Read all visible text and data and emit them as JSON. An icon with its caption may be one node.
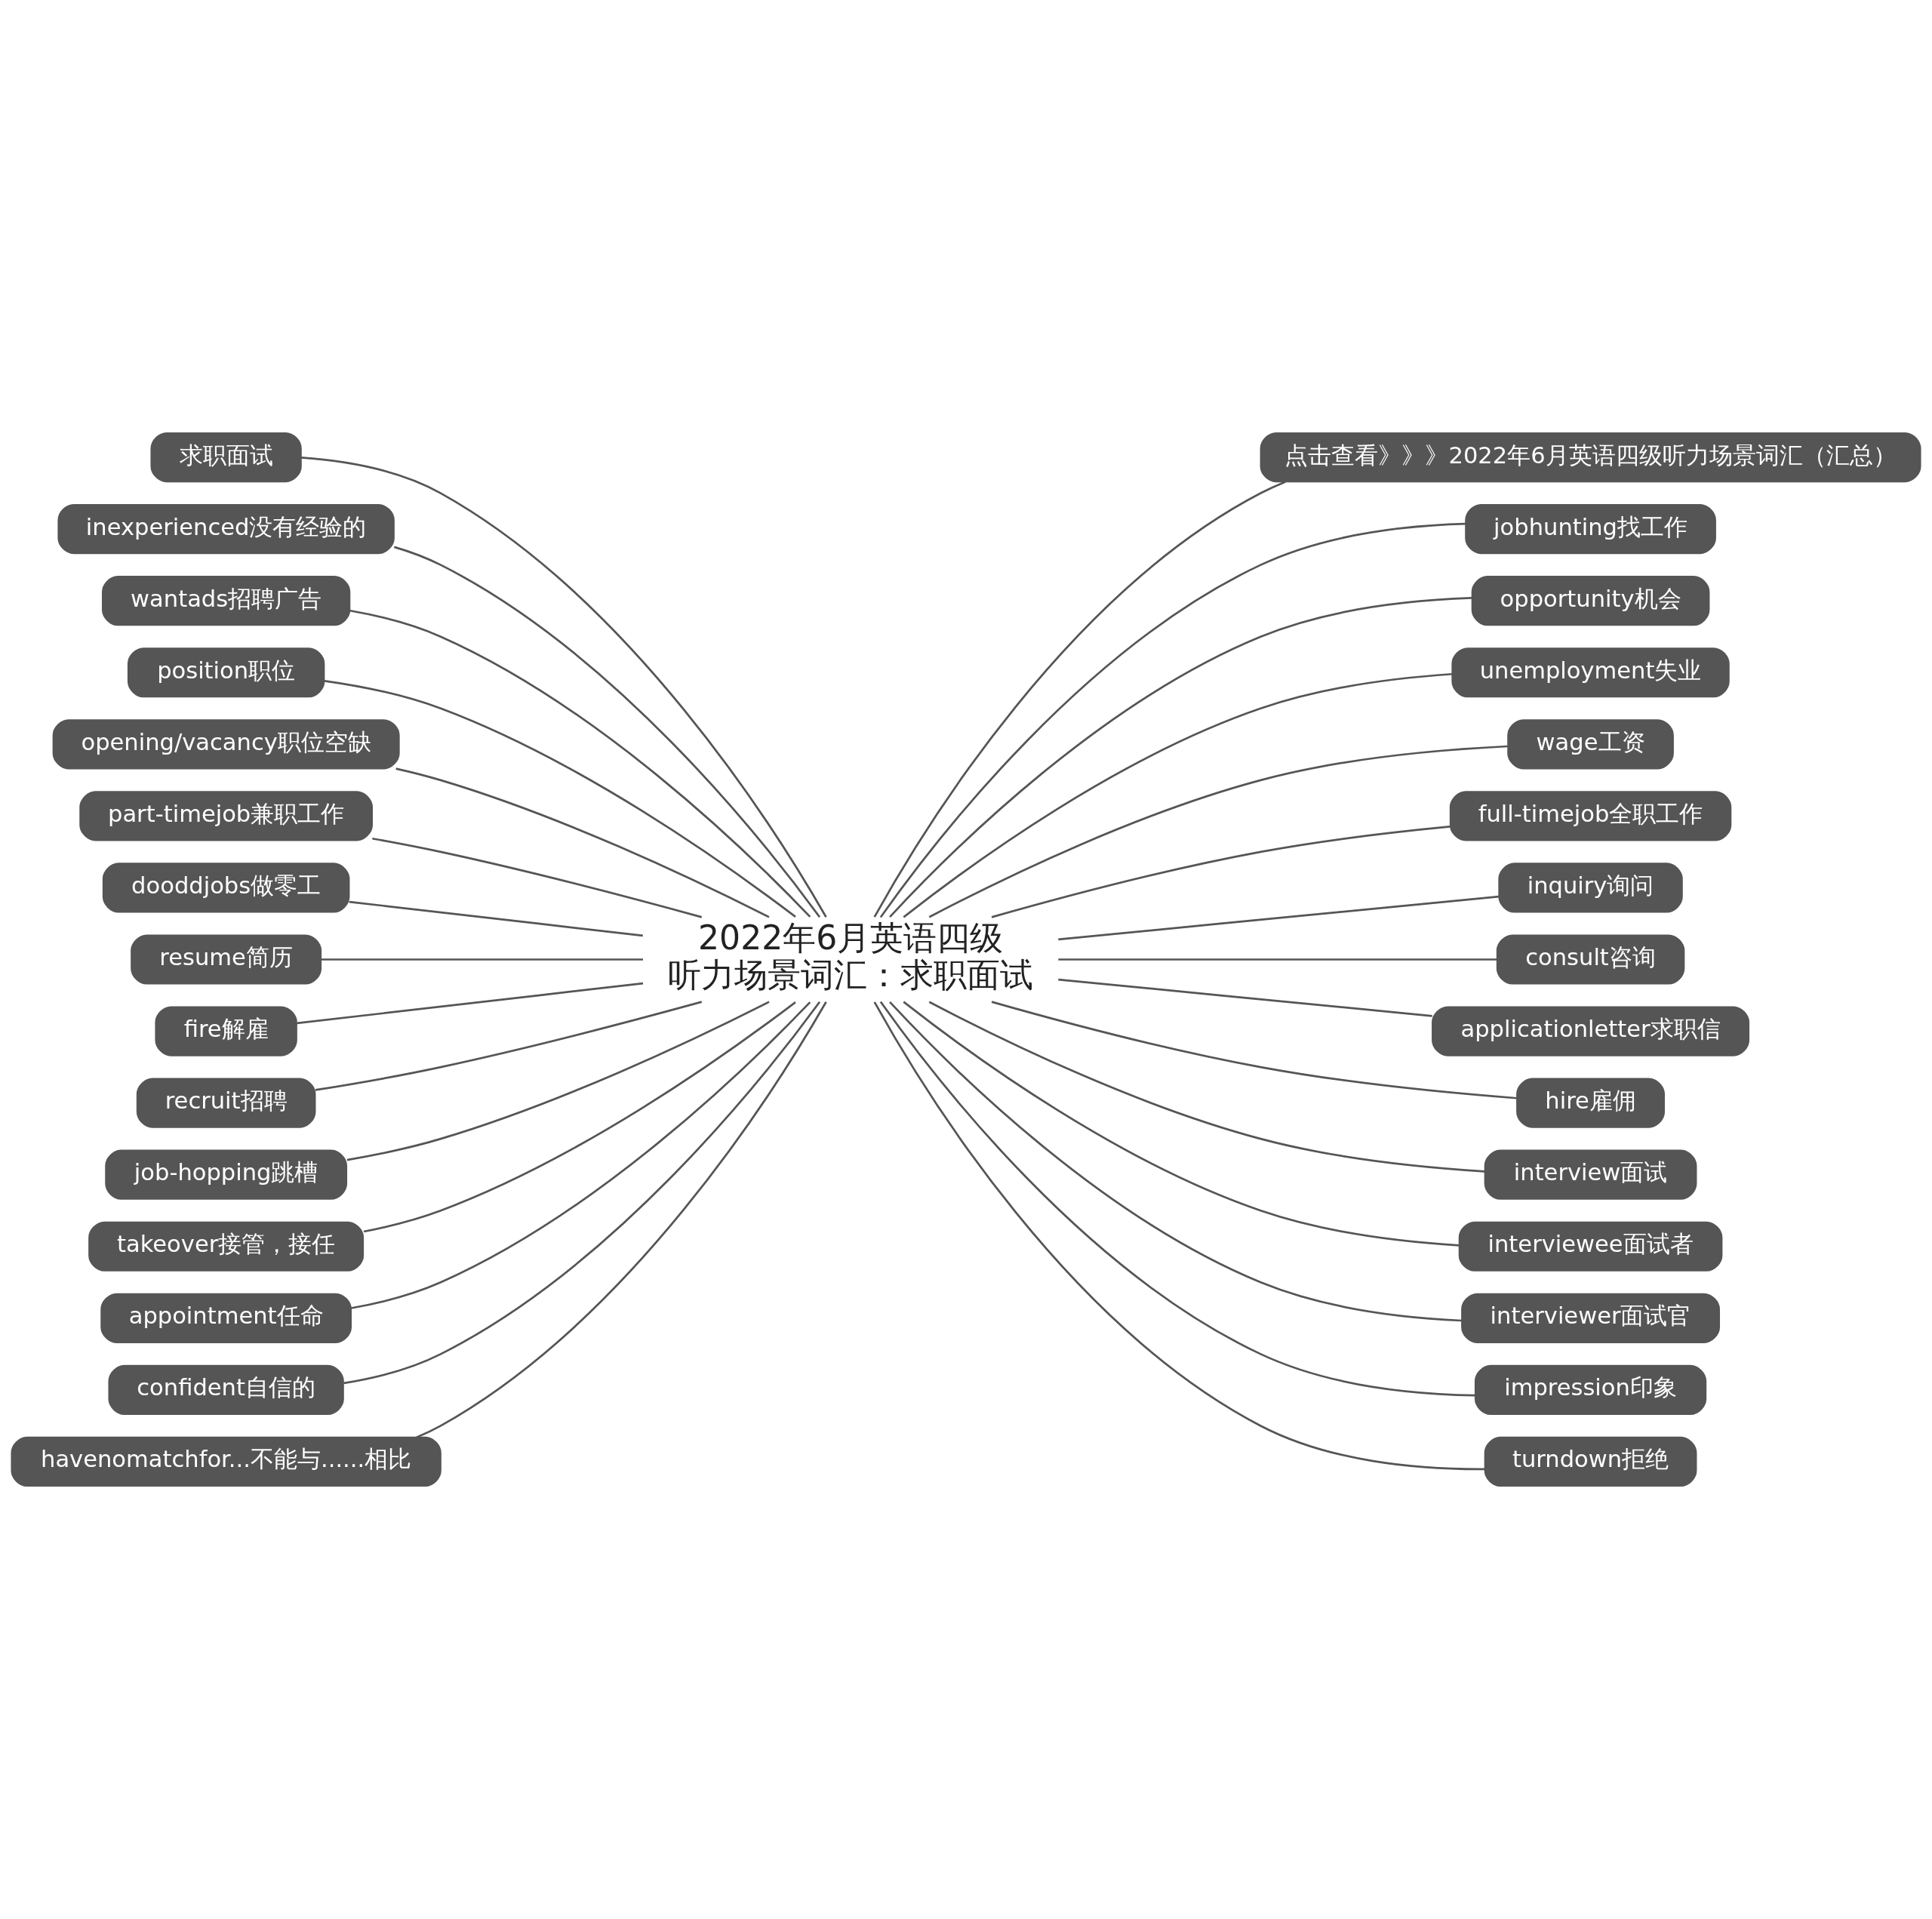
{
  "diagram": {
    "nodes": [
      {
        "text": [
          "2022年6月英语四级听力场景词汇：求职面试"
        ]
      },
      {
        "text": [
          "求职面试"
        ]
      },
      {
        "text": [
          "inexperienced没有经验的"
        ]
      },
      {
        "text": [
          "wantads招聘广告"
        ]
      },
      {
        "text": [
          "position职位"
        ]
      },
      {
        "text": [
          "opening/vacancy职位空缺"
        ]
      },
      {
        "text": [
          "part-timejob兼职工作"
        ]
      },
      {
        "text": [
          "dooddjobs做零工"
        ]
      },
      {
        "text": [
          "resume简历"
        ]
      },
      {
        "text": [
          "fire解雇"
        ]
      },
      {
        "text": [
          "recruit招聘"
        ]
      },
      {
        "text": [
          "job-hopping跳槽"
        ]
      },
      {
        "text": [
          "takeover接管，接任"
        ]
      },
      {
        "text": [
          "appointment任命"
        ]
      },
      {
        "text": [
          "confident自信的"
        ]
      },
      {
        "text": [
          "havenomatchfor...不能与......相比"
        ]
      },
      {
        "text": [
          "点击查看》》》2022年6月英语四级听力场景词汇（汇总）"
        ]
      },
      {
        "text": [
          "jobhunting找工作"
        ]
      },
      {
        "text": [
          "opportunity机会"
        ]
      },
      {
        "text": [
          "unemployment失业"
        ]
      },
      {
        "text": [
          "wage工资"
        ]
      },
      {
        "text": [
          "full-timejob全职工作"
        ]
      },
      {
        "text": [
          "inquiry询问"
        ]
      },
      {
        "text": [
          "consult咨询"
        ]
      },
      {
        "text": [
          "applicationletter求职信"
        ]
      },
      {
        "text": [
          "hire雇佣"
        ]
      },
      {
        "text": [
          "interview面试"
        ]
      },
      {
        "text": [
          "interviewee面试者"
        ]
      },
      {
        "text": [
          "interviewer面试官"
        ]
      },
      {
        "text": [
          "impression印象"
        ]
      },
      {
        "text": [
          "turndown拒绝"
        ]
      }
    ],
    "edges": [
      {
        "from": 0,
        "to": 1,
        "arrow": "none"
      },
      {
        "from": 0,
        "to": 2,
        "arrow": "none"
      },
      {
        "from": 0,
        "to": 3,
        "arrow": "none"
      },
      {
        "from": 0,
        "to": 4,
        "arrow": "none"
      },
      {
        "from": 0,
        "to": 5,
        "arrow": "none"
      },
      {
        "from": 0,
        "to": 6,
        "arrow": "none"
      },
      {
        "from": 0,
        "to": 7,
        "arrow": "none"
      },
      {
        "from": 0,
        "to": 8,
        "arrow": "none"
      },
      {
        "from": 0,
        "to": 9,
        "arrow": "none"
      },
      {
        "from": 0,
        "to": 10,
        "arrow": "none"
      },
      {
        "from": 0,
        "to": 11,
        "arrow": "none"
      },
      {
        "from": 0,
        "to": 12,
        "arrow": "none"
      },
      {
        "from": 0,
        "to": 13,
        "arrow": "none"
      },
      {
        "from": 0,
        "to": 14,
        "arrow": "none"
      },
      {
        "from": 0,
        "to": 15,
        "arrow": "none"
      },
      {
        "from": 0,
        "to": 16,
        "arrow": "none"
      },
      {
        "from": 0,
        "to": 17,
        "arrow": "none"
      },
      {
        "from": 0,
        "to": 18,
        "arrow": "none"
      },
      {
        "from": 0,
        "to": 19,
        "arrow": "none"
      },
      {
        "from": 0,
        "to": 20,
        "arrow": "none"
      },
      {
        "from": 0,
        "to": 21,
        "arrow": "none"
      },
      {
        "from": 0,
        "to": 22,
        "arrow": "none"
      },
      {
        "from": 0,
        "to": 23,
        "arrow": "none"
      },
      {
        "from": 0,
        "to": 24,
        "arrow": "none"
      },
      {
        "from": 0,
        "to": 25,
        "arrow": "none"
      },
      {
        "from": 0,
        "to": 26,
        "arrow": "none"
      },
      {
        "from": 0,
        "to": 27,
        "arrow": "none"
      },
      {
        "from": 0,
        "to": 28,
        "arrow": "none"
      },
      {
        "from": 0,
        "to": 29,
        "arrow": "none"
      },
      {
        "from": 0,
        "to": 30,
        "arrow": "none"
      }
    ]
  }
}
